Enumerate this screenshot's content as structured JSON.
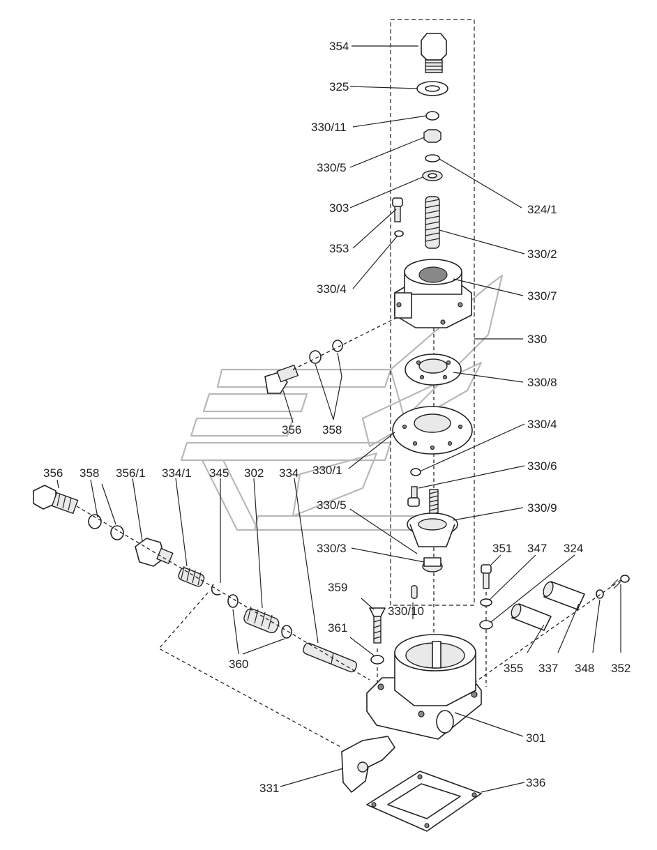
{
  "diagram": {
    "labels": {
      "p354": "354",
      "p325": "325",
      "p330_11": "330/11",
      "p330_5a": "330/5",
      "p324_1": "324/1",
      "p303": "303",
      "p353": "353",
      "p330_2": "330/2",
      "p330_4a": "330/4",
      "p330_7": "330/7",
      "p330": "330",
      "p330_8": "330/8",
      "p356a": "356",
      "p358a": "358",
      "p330_4b": "330/4",
      "p330_1": "330/1",
      "p330_6": "330/6",
      "p330_5b": "330/5",
      "p330_9": "330/9",
      "p356b": "356",
      "p358b": "358",
      "p356_1": "356/1",
      "p334_1": "334/1",
      "p345": "345",
      "p302": "302",
      "p334": "334",
      "p330_3": "330/3",
      "p351": "351",
      "p347": "347",
      "p324": "324",
      "p359": "359",
      "p330_10": "330/10",
      "p361": "361",
      "p360": "360",
      "p355": "355",
      "p337": "337",
      "p348": "348",
      "p352": "352",
      "p301": "301",
      "p331": "331",
      "p336": "336"
    }
  }
}
